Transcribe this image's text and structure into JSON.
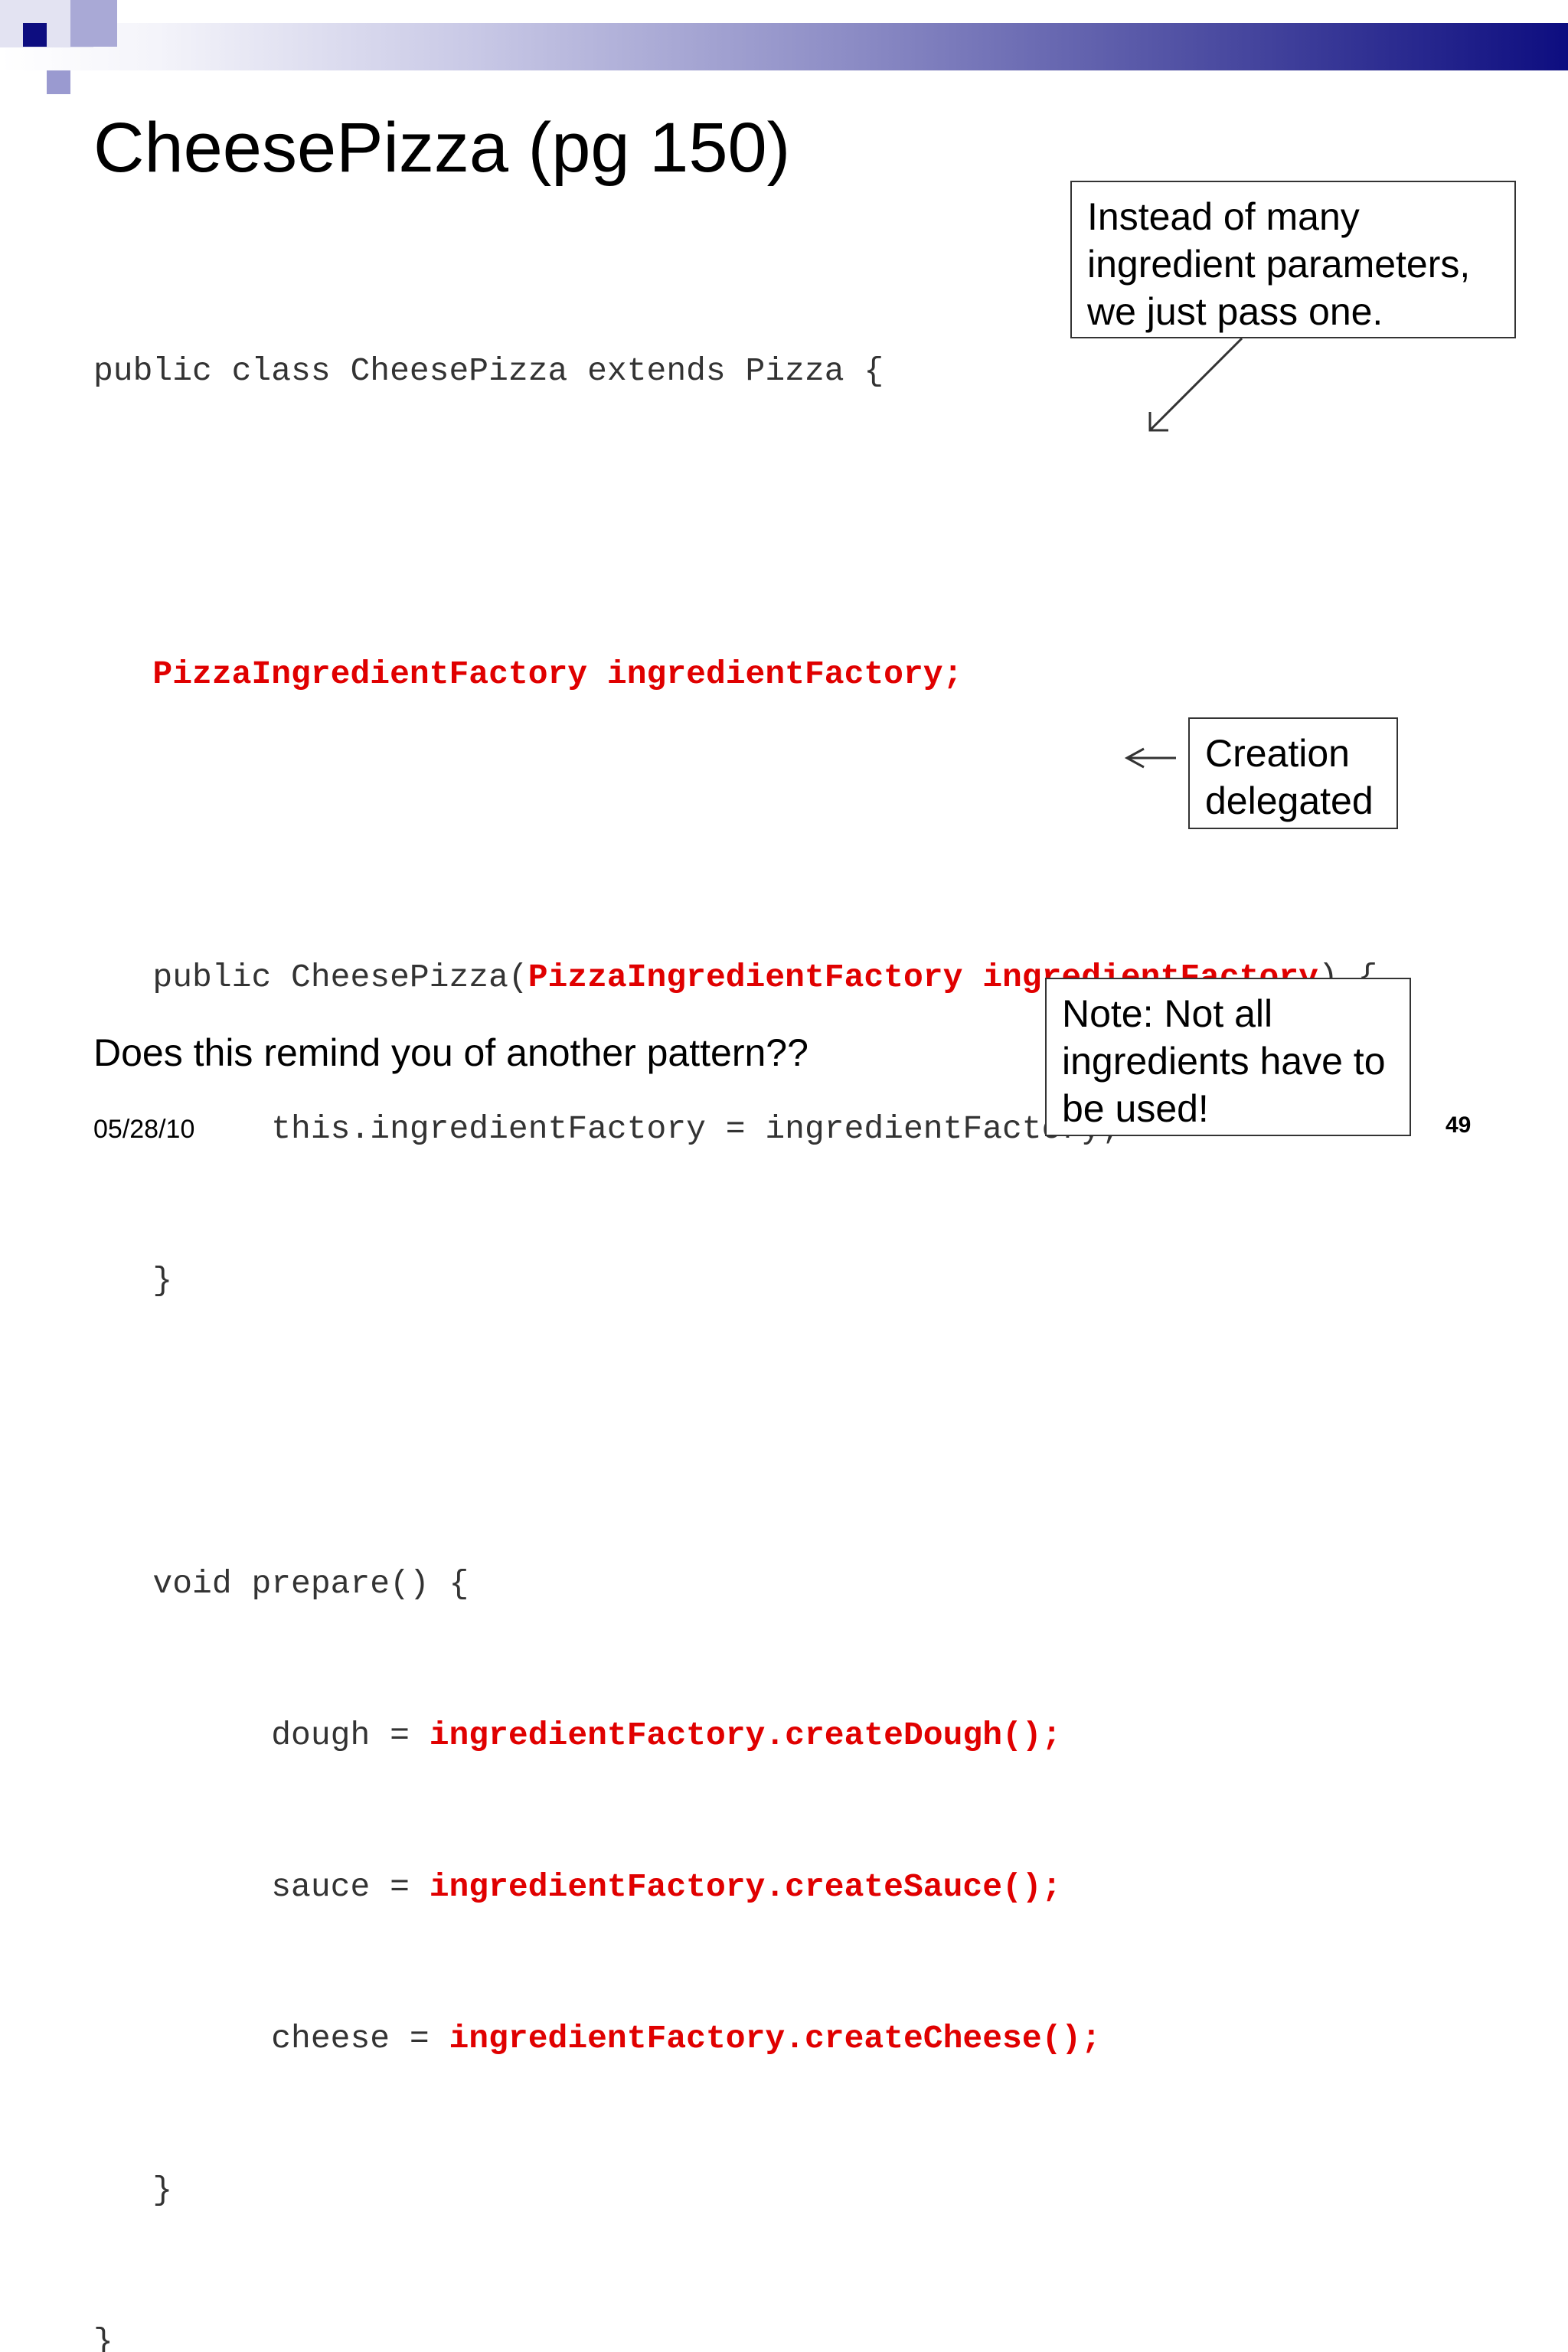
{
  "slide": {
    "title": "CheesePizza (pg 150)",
    "code": {
      "class_decl": "public class CheesePizza extends Pizza {",
      "field": "PizzaIngredientFactory ingredientFactory;",
      "ctor_prefix": "public CheesePizza(",
      "ctor_param": "PizzaIngredientFactory ingredientFactory",
      "ctor_suffix": ") {",
      "ctor_body": "this.ingredientFactory = ingredientFactory;",
      "close_brace": "}",
      "method_decl": "void prepare() {",
      "dough_prefix": "dough = ",
      "dough_call": "ingredientFactory.createDough();",
      "sauce_prefix": "sauce = ",
      "sauce_call": "ingredientFactory.createSauce();",
      "cheese_prefix": "cheese = ",
      "cheese_call": "ingredientFactory.createCheese();"
    },
    "callouts": {
      "parameters": "Instead of many ingredient parameters, we just pass one.",
      "creation": "Creation delegated",
      "note": "Note: Not all ingredients have to be used!"
    },
    "question": "Does this remind you of another pattern??",
    "date": "05/28/10",
    "page_number": "49",
    "colors": {
      "accent_dark": "#0d0d80",
      "code_highlight": "#e00000",
      "code_text": "#333333"
    }
  }
}
